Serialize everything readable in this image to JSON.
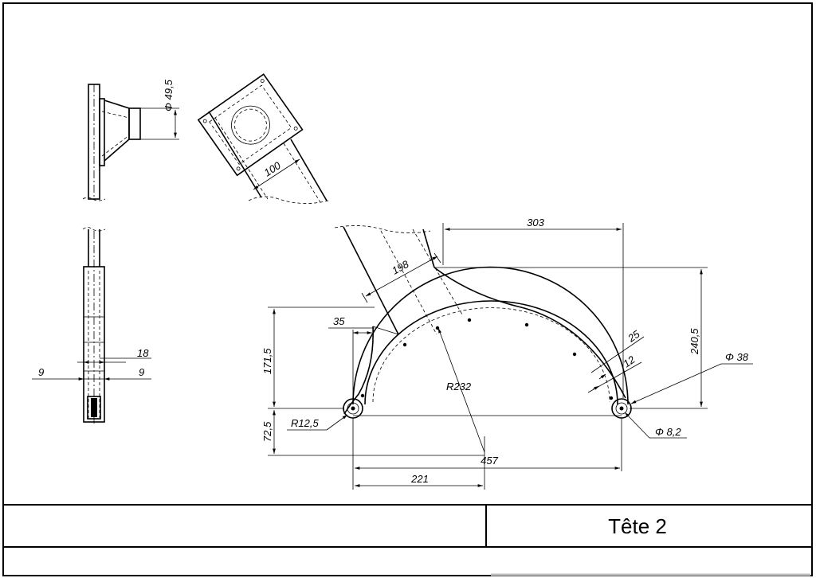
{
  "title_block": {
    "title": "Tête 2",
    "left_cell": "",
    "bottom_cell": ""
  },
  "dimensions": {
    "d_49_5": "Φ 49,5",
    "d_100": "100",
    "d_303": "303",
    "d_198": "198",
    "d_240_5": "240,5",
    "d_35": "35",
    "d_171_5": "171,5",
    "d_25": "25",
    "d_12": "12",
    "d_38": "Φ 38",
    "d_r232": "R232",
    "d_r12_5": "R12,5",
    "d_72_5": "72,5",
    "d_8_2": "Φ 8,2",
    "d_457": "457",
    "d_221": "221",
    "d_18": "18",
    "d_9_left": "9",
    "d_9_right": "9"
  }
}
